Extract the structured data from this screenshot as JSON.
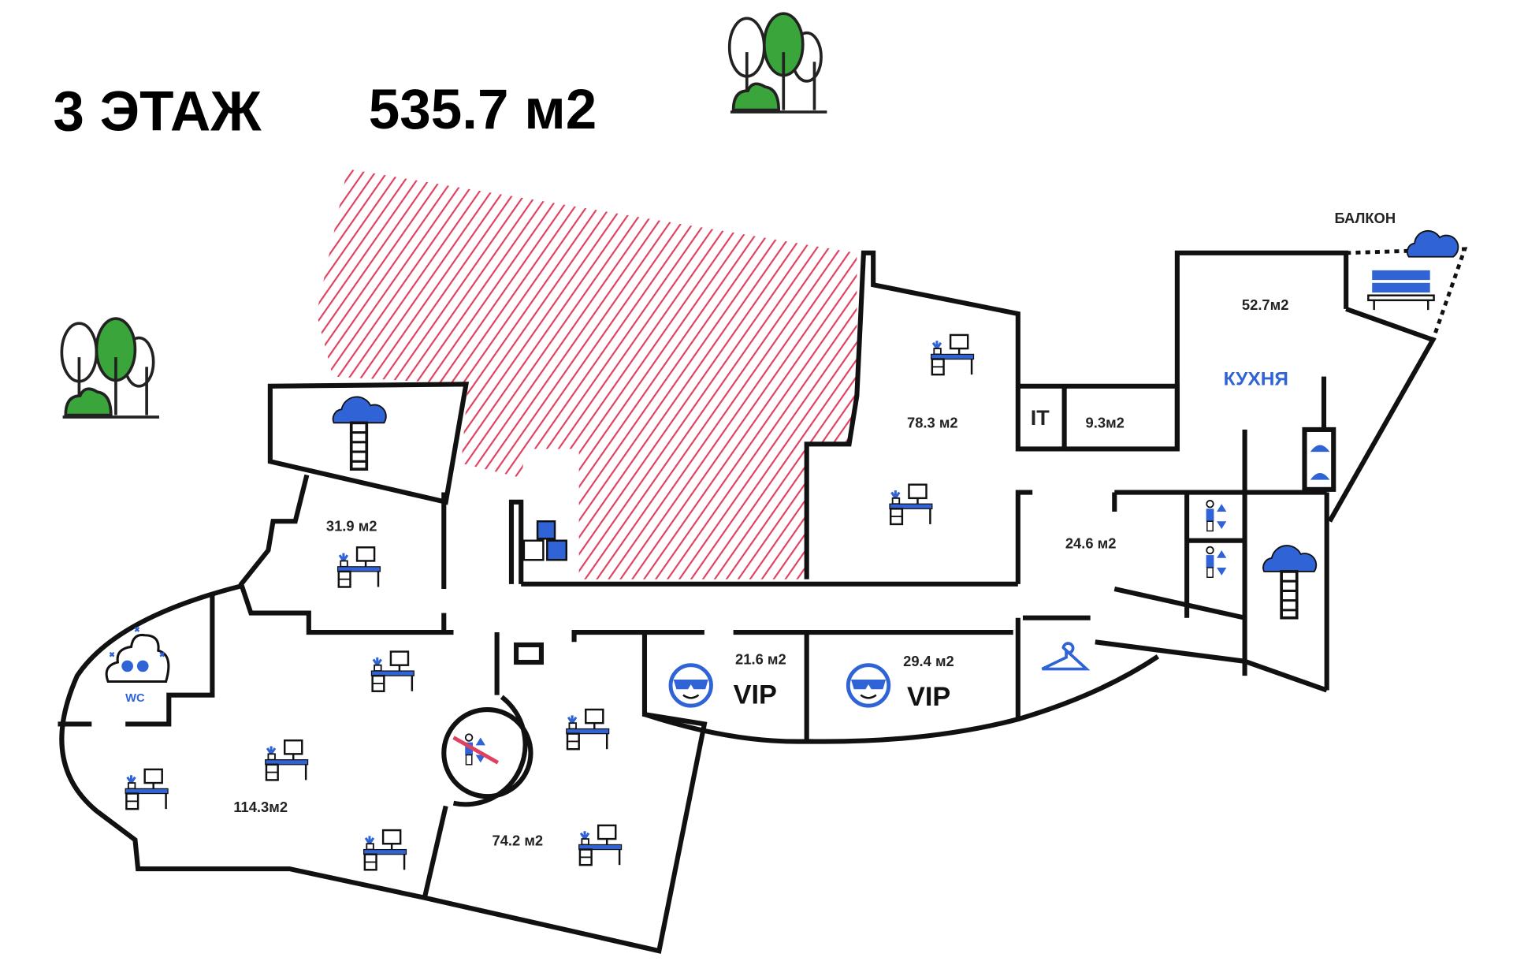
{
  "header": {
    "floor": "3 ЭТАЖ",
    "area": "535.7 м2"
  },
  "rooms": {
    "r31": "31.9 м2",
    "r78": "78.3 м2",
    "r9": "9.3м2",
    "r52": "52.7м2",
    "r24": "24.6 м2",
    "r21": "21.6 м2",
    "r29": "29.4 м2",
    "r114": "114.3м2",
    "r74": "74.2 м2"
  },
  "labels": {
    "kitchen": "КУХНЯ",
    "balcony": "БАЛКОН",
    "it": "IT",
    "vip1": "VIP",
    "vip2": "VIP",
    "wc": "WC"
  },
  "colors": {
    "hatch": "#e0405f",
    "accent": "#2f63d6",
    "tree": "#3aa53a",
    "wall": "#111111"
  }
}
